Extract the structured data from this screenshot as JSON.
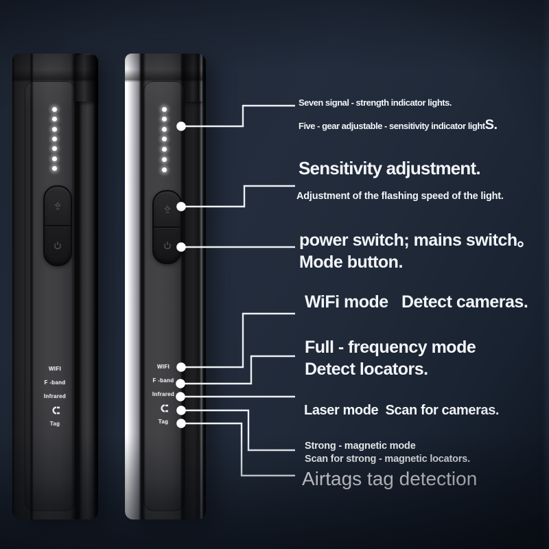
{
  "colors": {
    "background": "#212a39",
    "text": "#f3f5f8",
    "callout_line": "#edf1f5",
    "led": "#ffffff",
    "device_black_face": "#3c3c3e",
    "device_silver_edge": "#cfcfd5"
  },
  "leds": {
    "count": 7
  },
  "icons": {
    "magnet": "horseshoe-magnet-icon",
    "power": "power-symbol-icon",
    "sensitivity": "flash-adjust-icon"
  },
  "device_labels": {
    "wifi": "WIFI",
    "f_band": "F -band",
    "infrared": "Infrared",
    "tag": "Tag"
  },
  "callouts": {
    "leds": {
      "line1": "Seven signal - strength indicator lights.",
      "line2": "Five - gear adjustable - sensitivity indicator light",
      "line2_suffix": "S."
    },
    "sensitivity": {
      "title": "Sensitivity adjustment.",
      "subtitle": "Adjustment of the flashing speed of the light."
    },
    "power": {
      "title": "power switch; mains switch。\nMode button."
    },
    "wifi": {
      "title": "WiFi mode   Detect cameras."
    },
    "full_frequency": {
      "title": "Full - frequency mode\nDetect locators."
    },
    "laser": {
      "title": "Laser mode  Scan for cameras."
    },
    "magnetic": {
      "title": "Strong - magnetic mode\nScan for strong - magnetic locators."
    },
    "airtags": {
      "title": "Airtags tag detection"
    }
  }
}
